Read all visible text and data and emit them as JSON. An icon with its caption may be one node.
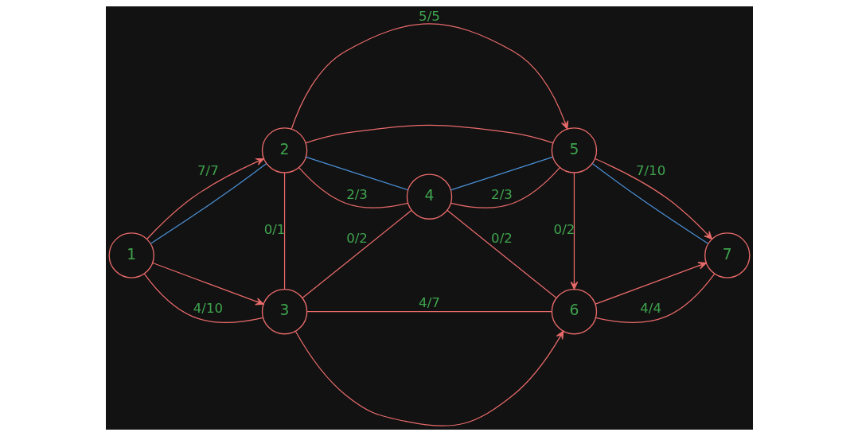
{
  "diagram": {
    "nodes": [
      {
        "text": [
          "1"
        ]
      },
      {
        "text": [
          "2"
        ]
      },
      {
        "text": [
          "3"
        ]
      },
      {
        "text": [
          "4"
        ]
      },
      {
        "text": [
          "5"
        ]
      },
      {
        "text": [
          "6"
        ]
      },
      {
        "text": [
          "7"
        ]
      }
    ],
    "edges": [
      {
        "from": 0,
        "to": 1,
        "arrow": "to",
        "label": "7/7"
      },
      {
        "from": 0,
        "to": 1,
        "arrow": "none",
        "color": "#4a8fd4"
      },
      {
        "from": 0,
        "to": 2,
        "arrow": "to"
      },
      {
        "from": 0,
        "to": 2,
        "arrow": "none",
        "label": "4/10"
      },
      {
        "from": 1,
        "to": 2,
        "arrow": "none",
        "label": "0/1"
      },
      {
        "from": 1,
        "to": 4,
        "arrow": "to",
        "label": "5/5"
      },
      {
        "from": 1,
        "to": 4,
        "arrow": "none"
      },
      {
        "from": 1,
        "to": 3,
        "arrow": "none",
        "label": "2/3"
      },
      {
        "from": 1,
        "to": 3,
        "arrow": "none",
        "color": "#4a8fd4"
      },
      {
        "from": 2,
        "to": 3,
        "arrow": "none",
        "label": "0/2"
      },
      {
        "from": 2,
        "to": 5,
        "arrow": "to"
      },
      {
        "from": 2,
        "to": 5,
        "arrow": "none",
        "label": "4/7"
      },
      {
        "from": 3,
        "to": 4,
        "arrow": "none",
        "label": "2/3"
      },
      {
        "from": 3,
        "to": 4,
        "arrow": "none",
        "color": "#4a8fd4"
      },
      {
        "from": 3,
        "to": 5,
        "arrow": "none",
        "label": "0/2"
      },
      {
        "from": 4,
        "to": 5,
        "arrow": "to",
        "label": "0/2"
      },
      {
        "from": 4,
        "to": 6,
        "arrow": "to",
        "label": "7/10"
      },
      {
        "from": 4,
        "to": 6,
        "arrow": "none",
        "color": "#4a8fd4"
      },
      {
        "from": 5,
        "to": 6,
        "arrow": "to"
      },
      {
        "from": 5,
        "to": 6,
        "arrow": "none",
        "label": "4/4"
      }
    ]
  }
}
